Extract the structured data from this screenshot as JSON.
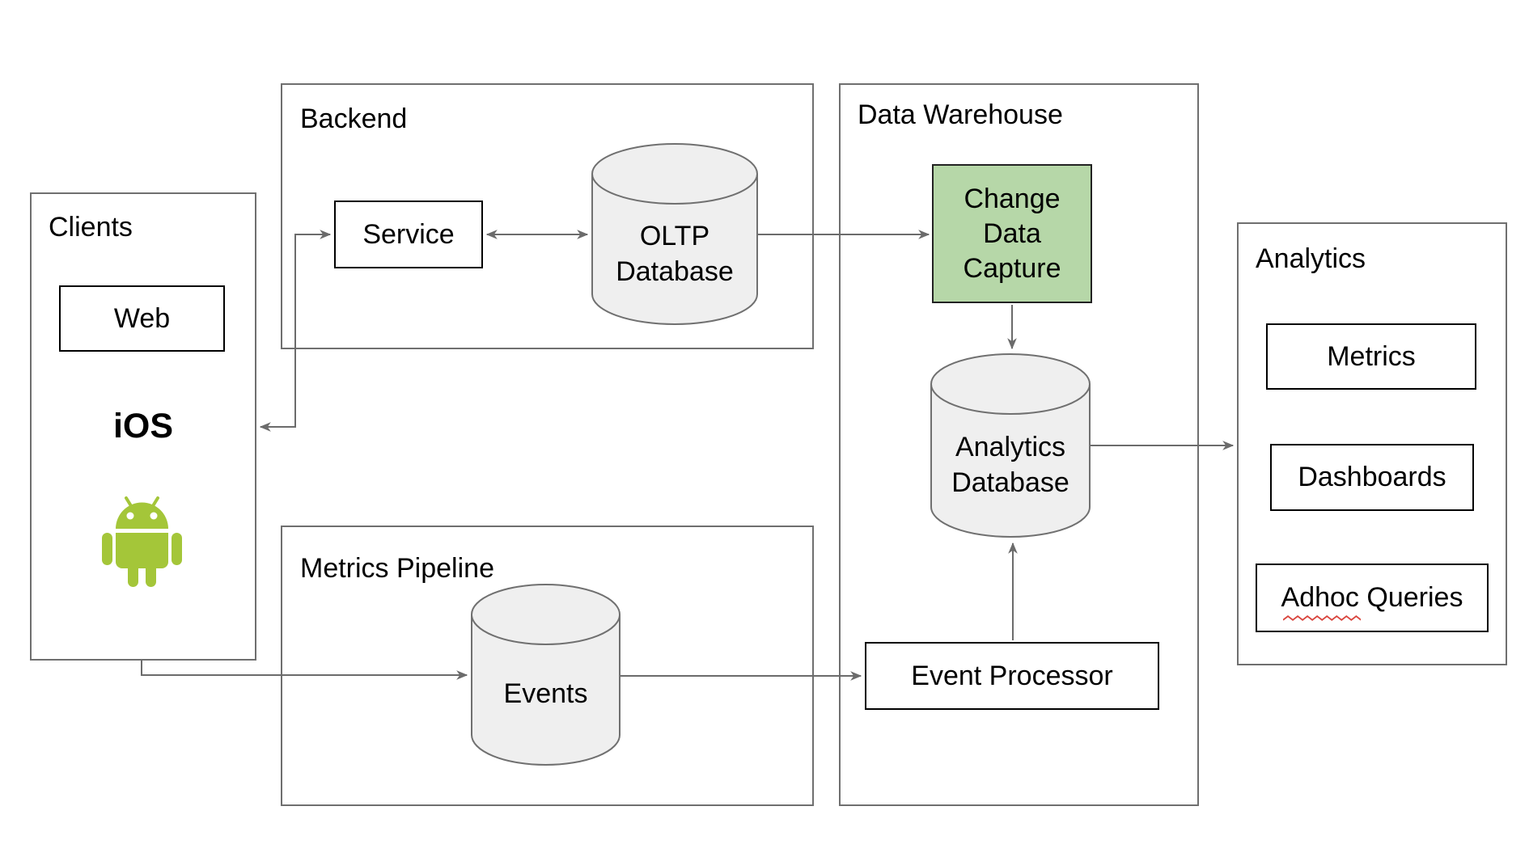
{
  "groups": {
    "clients": {
      "title": "Clients"
    },
    "backend": {
      "title": "Backend"
    },
    "metrics_pipeline": {
      "title": "Metrics Pipeline"
    },
    "data_warehouse": {
      "title": "Data Warehouse"
    },
    "analytics": {
      "title": "Analytics"
    }
  },
  "nodes": {
    "web": "Web",
    "ios": "iOS",
    "service": "Service",
    "oltp_db": "OLTP\nDatabase",
    "events": "Events",
    "cdc": "Change\nData\nCapture",
    "analytics_db": "Analytics\nDatabase",
    "event_processor": "Event Processor",
    "metrics": "Metrics",
    "dashboards": "Dashboards",
    "adhoc_queries_parts": [
      "Adhoc",
      "Queries"
    ]
  },
  "icons": {
    "android": "android-robot"
  },
  "colors": {
    "cdc_fill": "#b6d7a8",
    "android_green": "#a4c639",
    "connector": "#6b6b6b",
    "group_border": "#6f6f6f",
    "node_border": "#000000",
    "cylinder_fill": "#efefef",
    "cylinder_stroke": "#707070",
    "squiggle_red": "#d9453d"
  }
}
